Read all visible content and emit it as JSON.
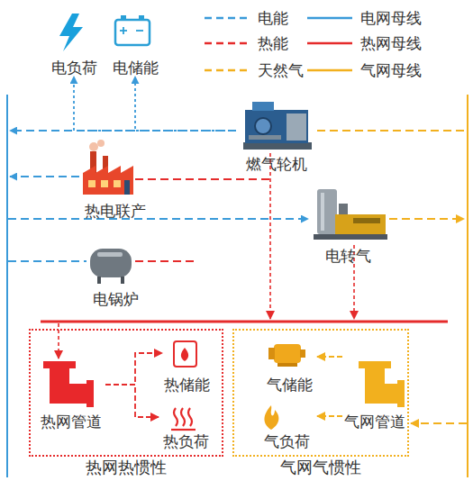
{
  "diagram": {
    "nodes": [
      {
        "text": [
          "电负荷"
        ]
      },
      {
        "text": [
          "电储能"
        ]
      },
      {
        "text": [
          "燃气轮机"
        ]
      },
      {
        "text": [
          "热电联产"
        ]
      },
      {
        "text": [
          "电转气"
        ]
      },
      {
        "text": [
          "电锅炉"
        ]
      },
      {
        "text": [
          "热网热惯性"
        ]
      },
      {
        "text": [
          "热网管道"
        ],
        "in": 6
      },
      {
        "text": [
          "热储能"
        ],
        "in": 6
      },
      {
        "text": [
          "热负荷"
        ],
        "in": 6
      },
      {
        "text": [
          "气网气惯性"
        ]
      },
      {
        "text": [
          "气储能"
        ],
        "in": 10
      },
      {
        "text": [
          "气网管道"
        ],
        "in": 10
      },
      {
        "text": [
          "气负荷"
        ],
        "in": 10
      }
    ],
    "edges": [
      {
        "from": 2,
        "to": 0,
        "arrow": "to"
      },
      {
        "from": 2,
        "to": 1,
        "arrow": "to"
      },
      {
        "from": 7,
        "to": 8,
        "arrow": "to"
      },
      {
        "from": 7,
        "to": 9,
        "arrow": "to"
      },
      {
        "from": 12,
        "to": 11,
        "arrow": "to"
      },
      {
        "from": 12,
        "to": 13,
        "arrow": "to"
      }
    ],
    "legend": [
      {
        "text": "电能"
      },
      {
        "text": "电网母线"
      },
      {
        "text": "热能"
      },
      {
        "text": "热网母线"
      },
      {
        "text": "天然气"
      },
      {
        "text": "气网母线"
      }
    ]
  }
}
